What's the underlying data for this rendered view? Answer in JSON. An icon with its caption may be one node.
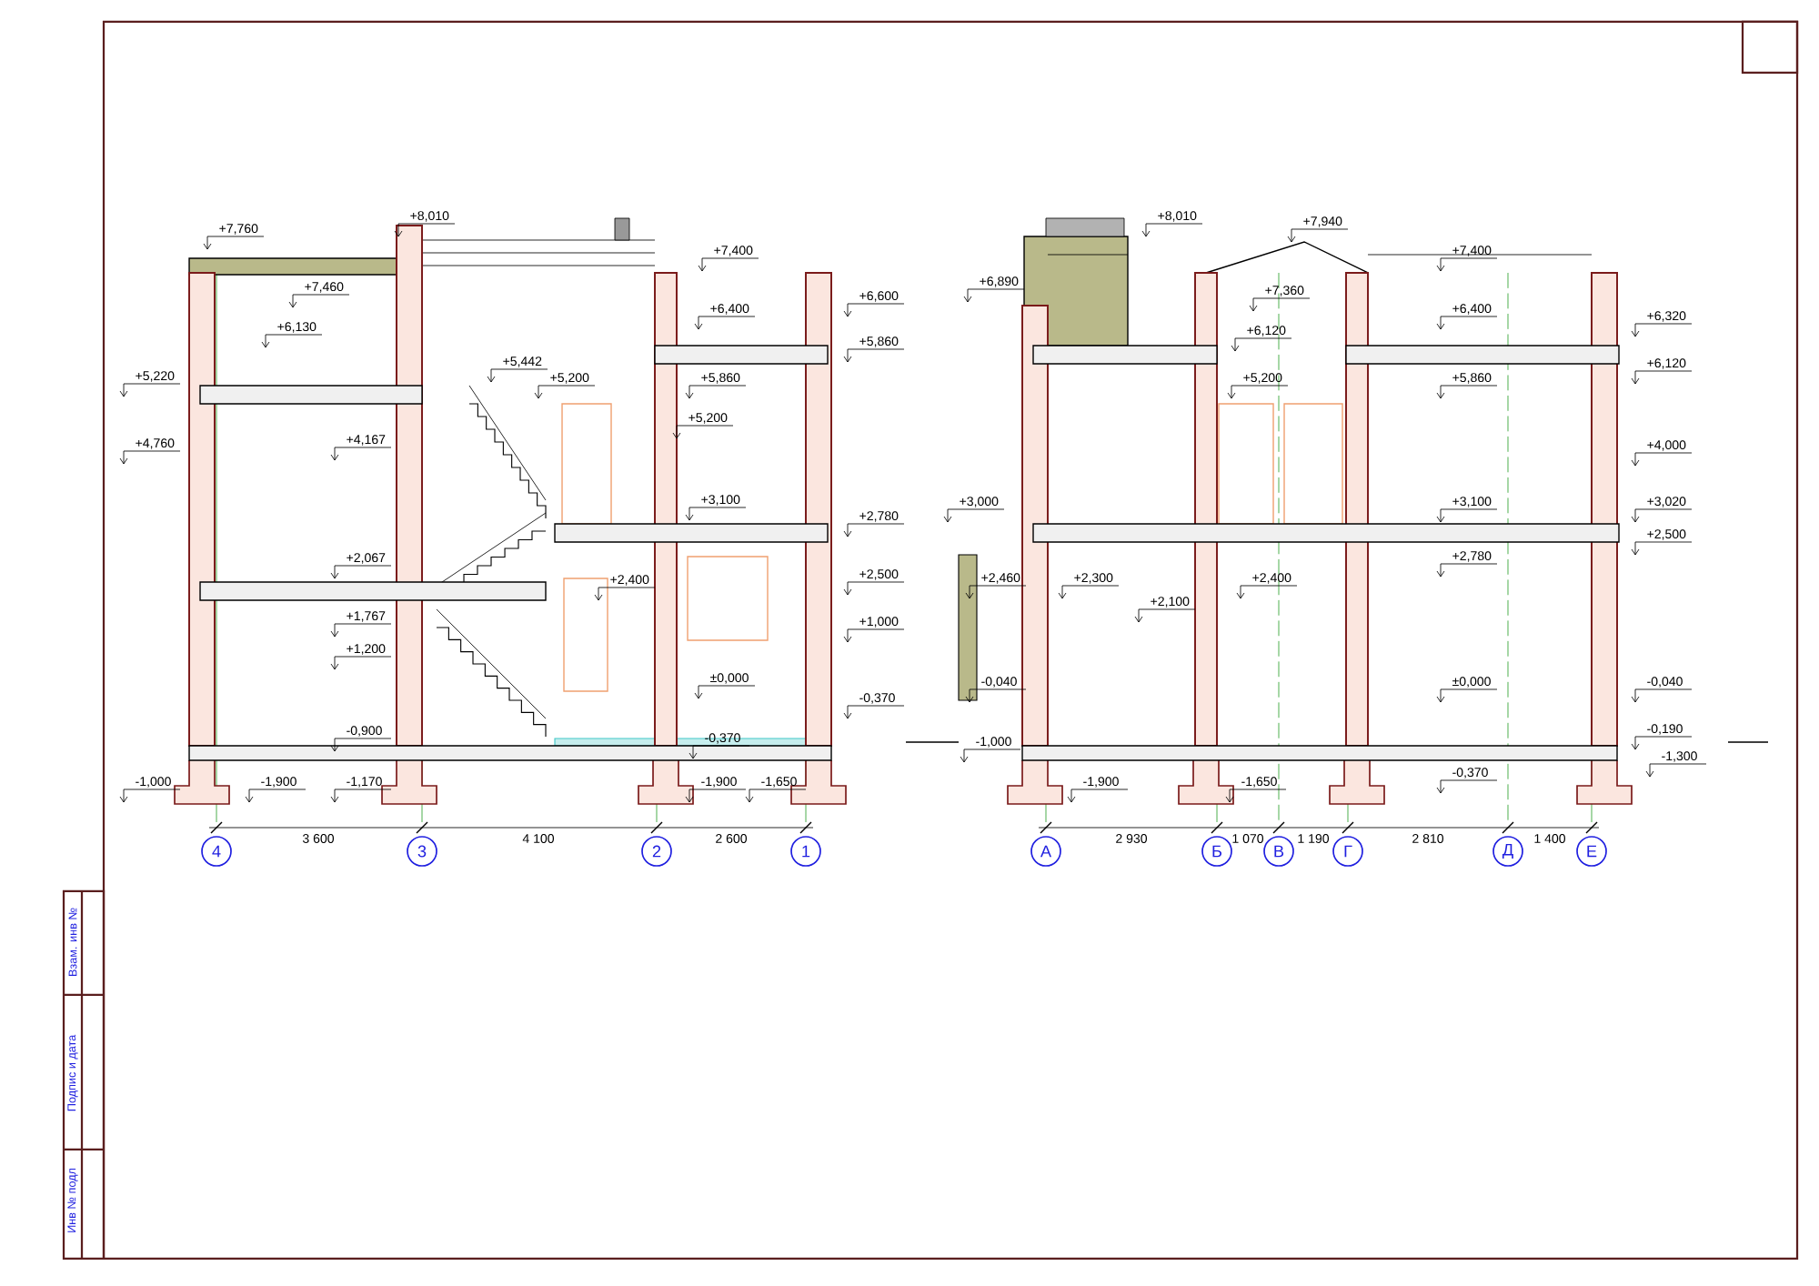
{
  "diagram": {
    "nodes": [
      {
        "text": [
          "4"
        ]
      },
      {
        "text": [
          "3"
        ]
      },
      {
        "text": [
          "2"
        ]
      },
      {
        "text": [
          "1"
        ]
      },
      {
        "text": [
          "А"
        ]
      },
      {
        "text": [
          "Б"
        ]
      },
      {
        "text": [
          "В"
        ]
      },
      {
        "text": [
          "Г"
        ]
      },
      {
        "text": [
          "Д"
        ]
      },
      {
        "text": [
          "Е"
        ]
      }
    ],
    "labels": [
      "+8,010",
      "+7,760",
      "+7,400",
      "+7,460",
      "+6,600",
      "+6,400",
      "+6,130",
      "+5,860",
      "+5,442",
      "+5,220",
      "+5,200",
      "+5,860",
      "+5,200",
      "+4,760",
      "+4,167",
      "+3,100",
      "+2,780",
      "+2,067",
      "+2,400",
      "+2,500",
      "+1,767",
      "+1,000",
      "+1,200",
      "±0,000",
      "-0,370",
      "-0,900",
      "-0,370",
      "-1,000",
      "-1,900",
      "-1,170",
      "-1,900",
      "-1,650",
      "3 600",
      "4 100",
      "2 600",
      "+8,010",
      "+7,940",
      "+7,400",
      "+6,890",
      "+7,360",
      "+6,400",
      "+6,320",
      "+6,120",
      "+6,120",
      "+5,200",
      "+5,860",
      "+4,000",
      "+3,000",
      "+3,100",
      "+3,020",
      "+2,500",
      "+2,780",
      "+2,460",
      "+2,300",
      "+2,400",
      "+2,100",
      "-0,040",
      "±0,000",
      "-0,040",
      "-0,190",
      "-1,000",
      "-0,370",
      "-1,300",
      "-1,900",
      "-1,650",
      "2 930",
      "1 070",
      "1 190",
      "2 810",
      "1 400",
      "Взам. инв №",
      "Подпис и дата",
      "Инв № подл"
    ]
  }
}
